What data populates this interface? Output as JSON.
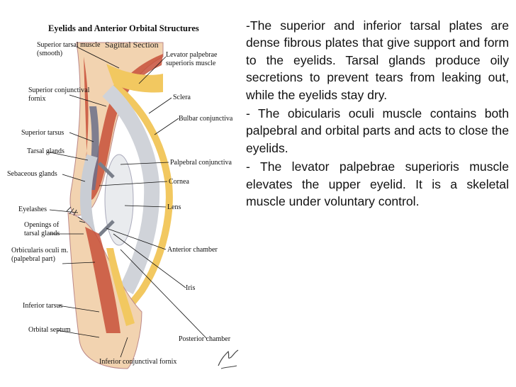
{
  "figure": {
    "title": "Eyelids and Anterior Orbital Structures",
    "section": "Sagittal Section",
    "labels": {
      "superior_tarsal_muscle": "Superior tarsal muscle",
      "smooth": "(smooth)",
      "superior_conjunctival": "Superior conjunctival",
      "fornix": "fornix",
      "superior_tarsus": "Superior tarsus",
      "tarsal_glands": "Tarsal glands",
      "sebaceous_glands": "Sebaceous glands",
      "eyelashes": "Eyelashes",
      "openings_of": "Openings of",
      "of_tarsal_glands": "tarsal glands",
      "orbicularis_oculi": "Orbicularis oculi m.",
      "palpebral_part": "(palpebral part)",
      "inferior_tarsus": "Inferior tarsus",
      "orbital_septum": "Orbital septum",
      "inferior_conjunctival_fornix": "Inferior conjunctival fornix",
      "levator_palpebrae": "Levator palpebrae",
      "superioris_muscle": "superioris muscle",
      "sclera": "Sclera",
      "bulbar_conjunctiva": "Bulbar conjunctiva",
      "palpebral_conjunctiva": "Palpebral conjunctiva",
      "cornea": "Cornea",
      "lens": "Lens",
      "anterior_chamber": "Anterior chamber",
      "iris": "Iris",
      "posterior_chamber": "Posterior chamber"
    }
  },
  "text": {
    "p1": "-The superior and inferior tarsal plates are dense fibrous plates that give support and form to the eyelids. Tarsal glands produce oily secretions to prevent tears from leaking out, while the eyelids stay dry.",
    "p2": "- The obicularis oculi muscle contains both palpebral and orbital parts and acts to close the eyelids.",
    "p3": "- The levator palpebrae superioris muscle elevates the upper eyelid. It is a skeletal muscle under voluntary control."
  },
  "colors": {
    "skin": "#f2d3b0",
    "muscle": "#c8503a",
    "tissue_yellow": "#f2c860",
    "cornea": "#c9cdd4",
    "lens": "#e9ebee",
    "pupil_gray": "#9aa0a8"
  }
}
